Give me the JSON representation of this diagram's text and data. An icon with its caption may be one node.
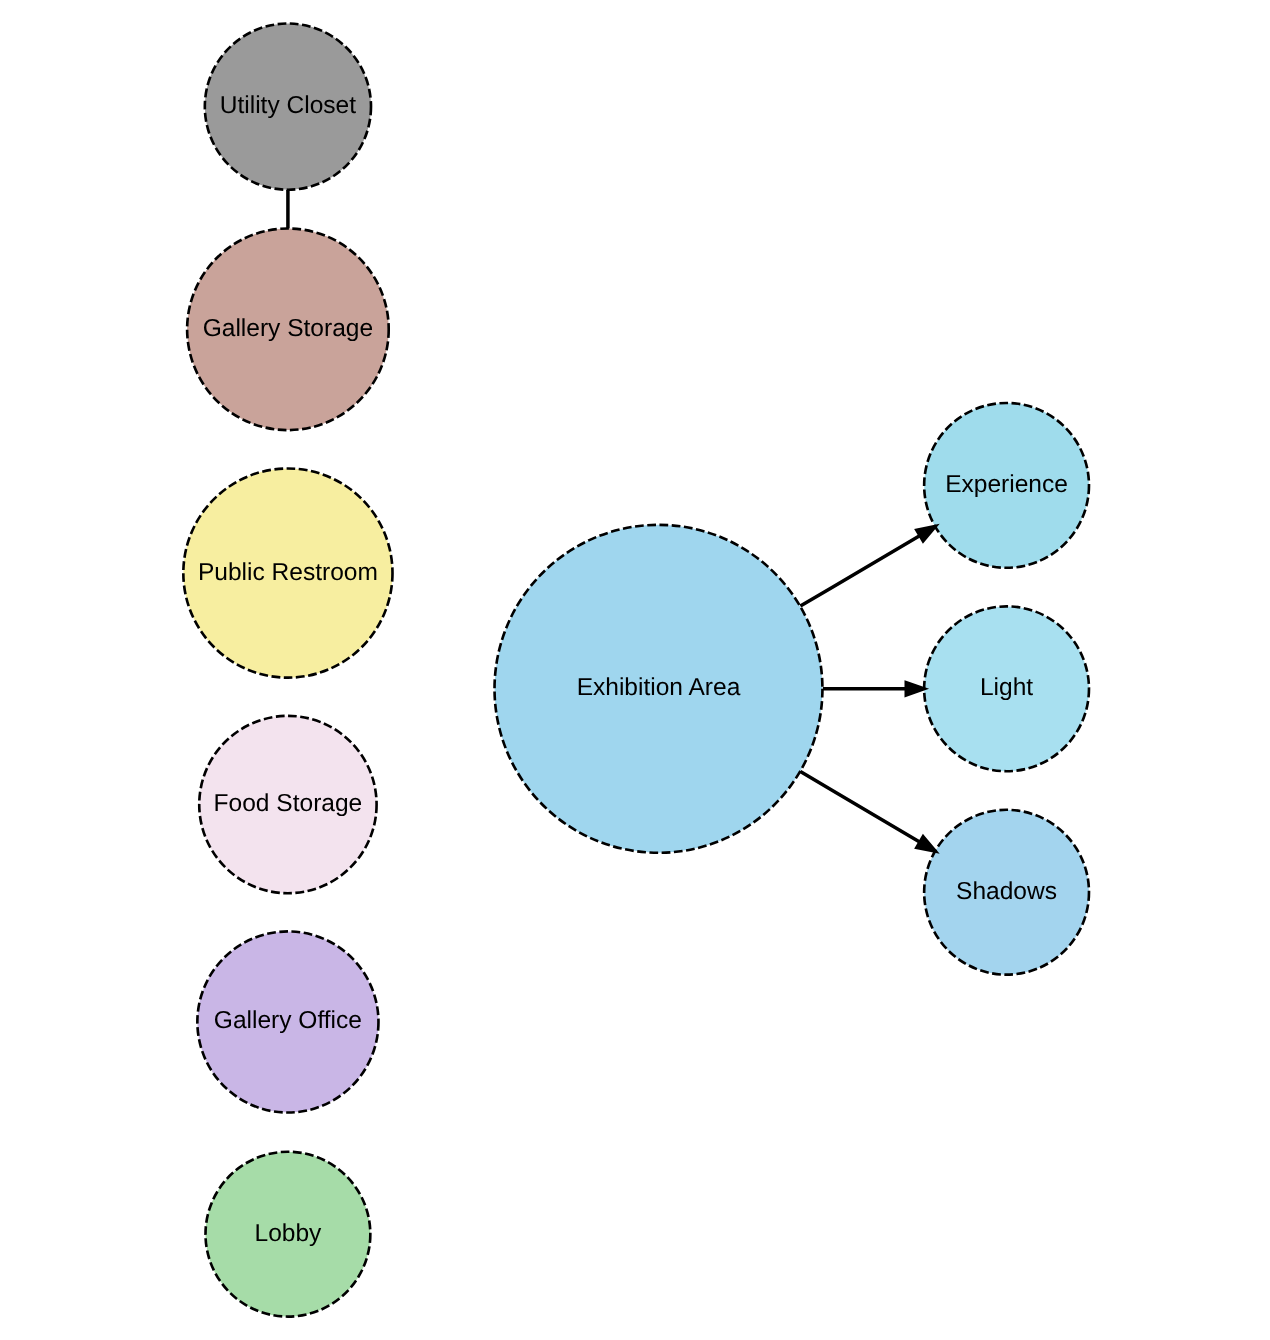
{
  "diagram": {
    "nodes": [
      {
        "text": [
          "Utility Closet"
        ]
      },
      {
        "text": [
          "Gallery Storage"
        ]
      },
      {
        "text": [
          "Public Restroom"
        ]
      },
      {
        "text": [
          "Experience"
        ]
      },
      {
        "text": [
          "Food Storage"
        ]
      },
      {
        "text": [
          "Exhibition Area"
        ]
      },
      {
        "text": [
          "Light"
        ]
      },
      {
        "text": [
          "Gallery Office"
        ]
      },
      {
        "text": [
          "Shadows"
        ]
      },
      {
        "text": [
          "Lobby"
        ]
      }
    ],
    "edges": [
      {
        "from": 0,
        "to": 1,
        "arrow": "none"
      },
      {
        "from": 5,
        "to": 3,
        "arrow": "to"
      },
      {
        "from": 5,
        "to": 6,
        "arrow": "to"
      },
      {
        "from": 5,
        "to": 8,
        "arrow": "to"
      }
    ]
  }
}
